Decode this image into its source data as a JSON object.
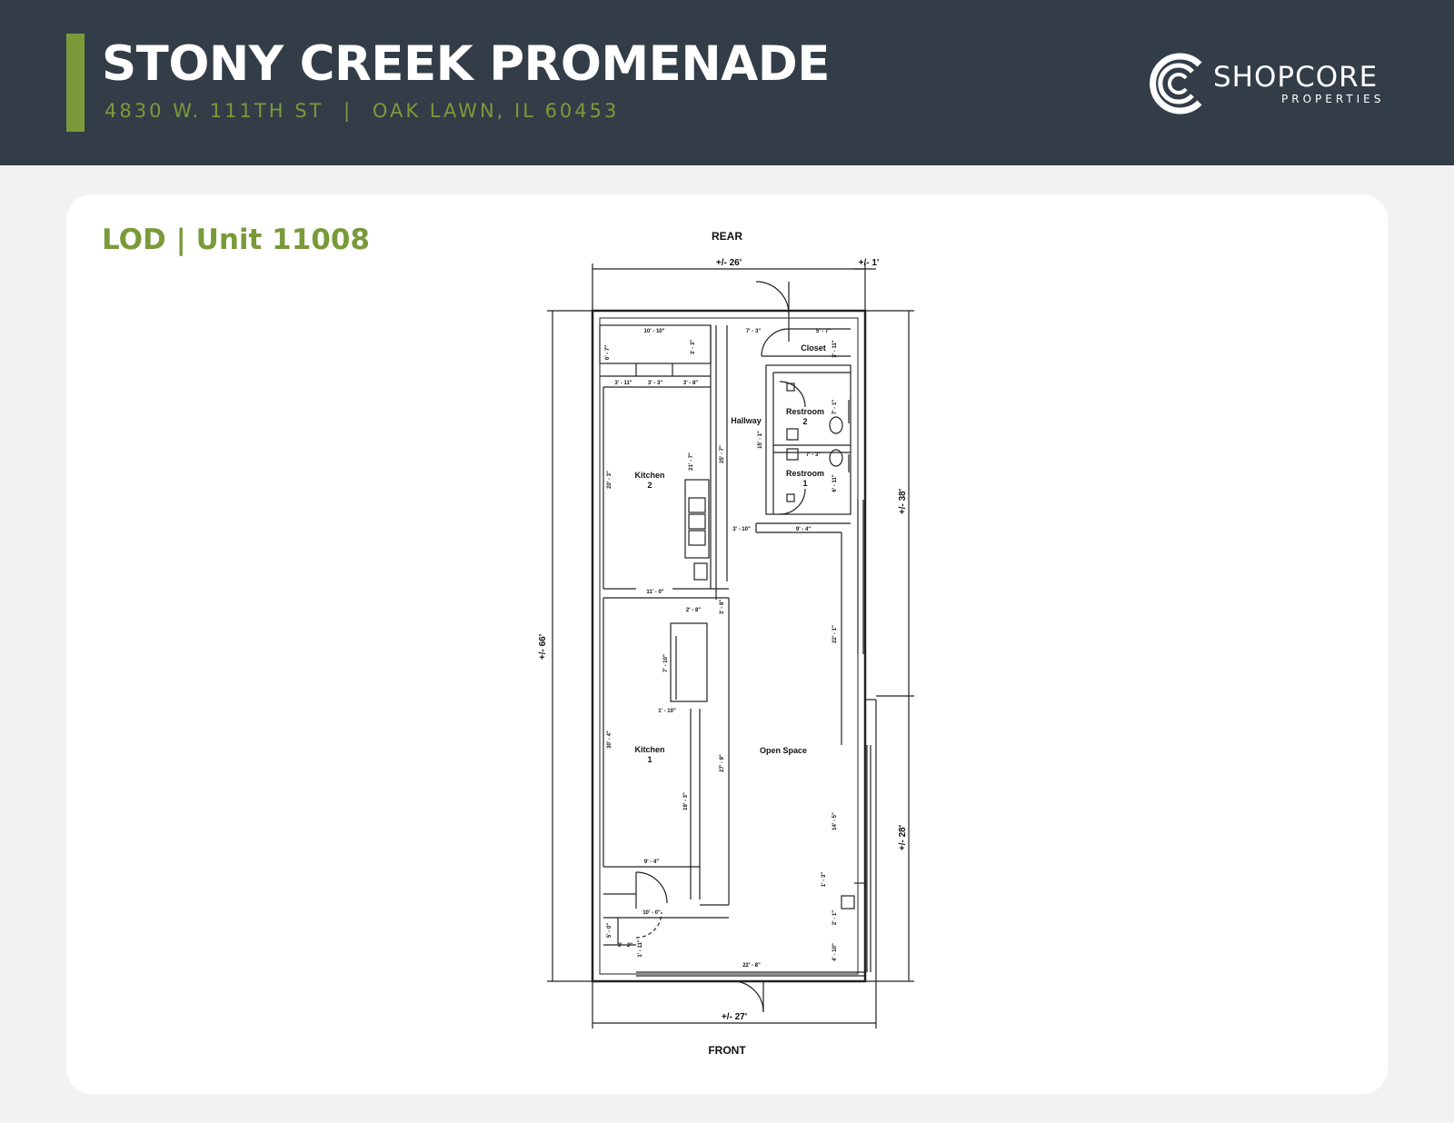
{
  "header": {
    "title": "STONY CREEK PROMENADE",
    "address_street": "4830 W. 111TH ST",
    "address_separator": "|",
    "address_city": "OAK LAWN, IL 60453",
    "brand_color": "#7a9a3a",
    "header_color": "#333d48"
  },
  "logo": {
    "icon": "shopcore-c-logo",
    "name": "SHOPCORE",
    "sub": "PROPERTIES"
  },
  "card": {
    "unit_title": "LOD | Unit 11008"
  },
  "floorplan": {
    "orientation": {
      "top": "REAR",
      "bottom": "FRONT"
    },
    "overall_dims": {
      "rear_width": "+/- 26'",
      "rear_offset": "+/- 1'",
      "front_width": "+/- 27'",
      "left_depth": "+/- 66'",
      "right_upper": "+/- 38'",
      "right_lower": "+/- 28'"
    },
    "rooms": {
      "closet": "Closet",
      "hallway": "Hallway",
      "restroom2_a": "Restroom",
      "restroom2_b": "2",
      "restroom1_a": "Restroom",
      "restroom1_b": "1",
      "kitchen2_a": "Kitchen",
      "kitchen2_b": "2",
      "kitchen1_a": "Kitchen",
      "kitchen1_b": "1",
      "open_space": "Open Space"
    },
    "dims": {
      "d1": "10' - 10\"",
      "d2": "7' - 3\"",
      "d3": "5' - 7\"",
      "d4": "6' - 7\"",
      "d5": "3' - 3\"",
      "d6": "3' - 11\"",
      "d7": "3' - 11\"",
      "d8": "3' - 3\"",
      "d9": "3' - 8\"",
      "d10": "7' - 1\"",
      "d11": "15' - 1\"",
      "d12": "7' - 3\"",
      "d13": "6' - 11\"",
      "d14": "20' - 3\"",
      "d15": "21' - 7\"",
      "d16": "25' - 7\"",
      "d17": "3' - 10\"",
      "d18": "9' - 4\"",
      "d19": "11' - 0\"",
      "d20": "2' - 8\"",
      "d21": "3' - 8\"",
      "d22": "7' - 10\"",
      "d23": "22' - 1\"",
      "d24": "1' - 10\"",
      "d25": "30' - 4\"",
      "d26": "27' - 9\"",
      "d27": "19' - 3\"",
      "d28": "14' - 5\"",
      "d29": "9' - 4\"",
      "d30": "1' - 3\"",
      "d31": "10' - 0\"",
      "d32": "2' - 1\"",
      "d33": "5' - 0\"",
      "d34": "3' - 2\"",
      "d35": "1' - 11\"",
      "d36": "4' - 10\"",
      "d37": "22' - 8\""
    }
  }
}
